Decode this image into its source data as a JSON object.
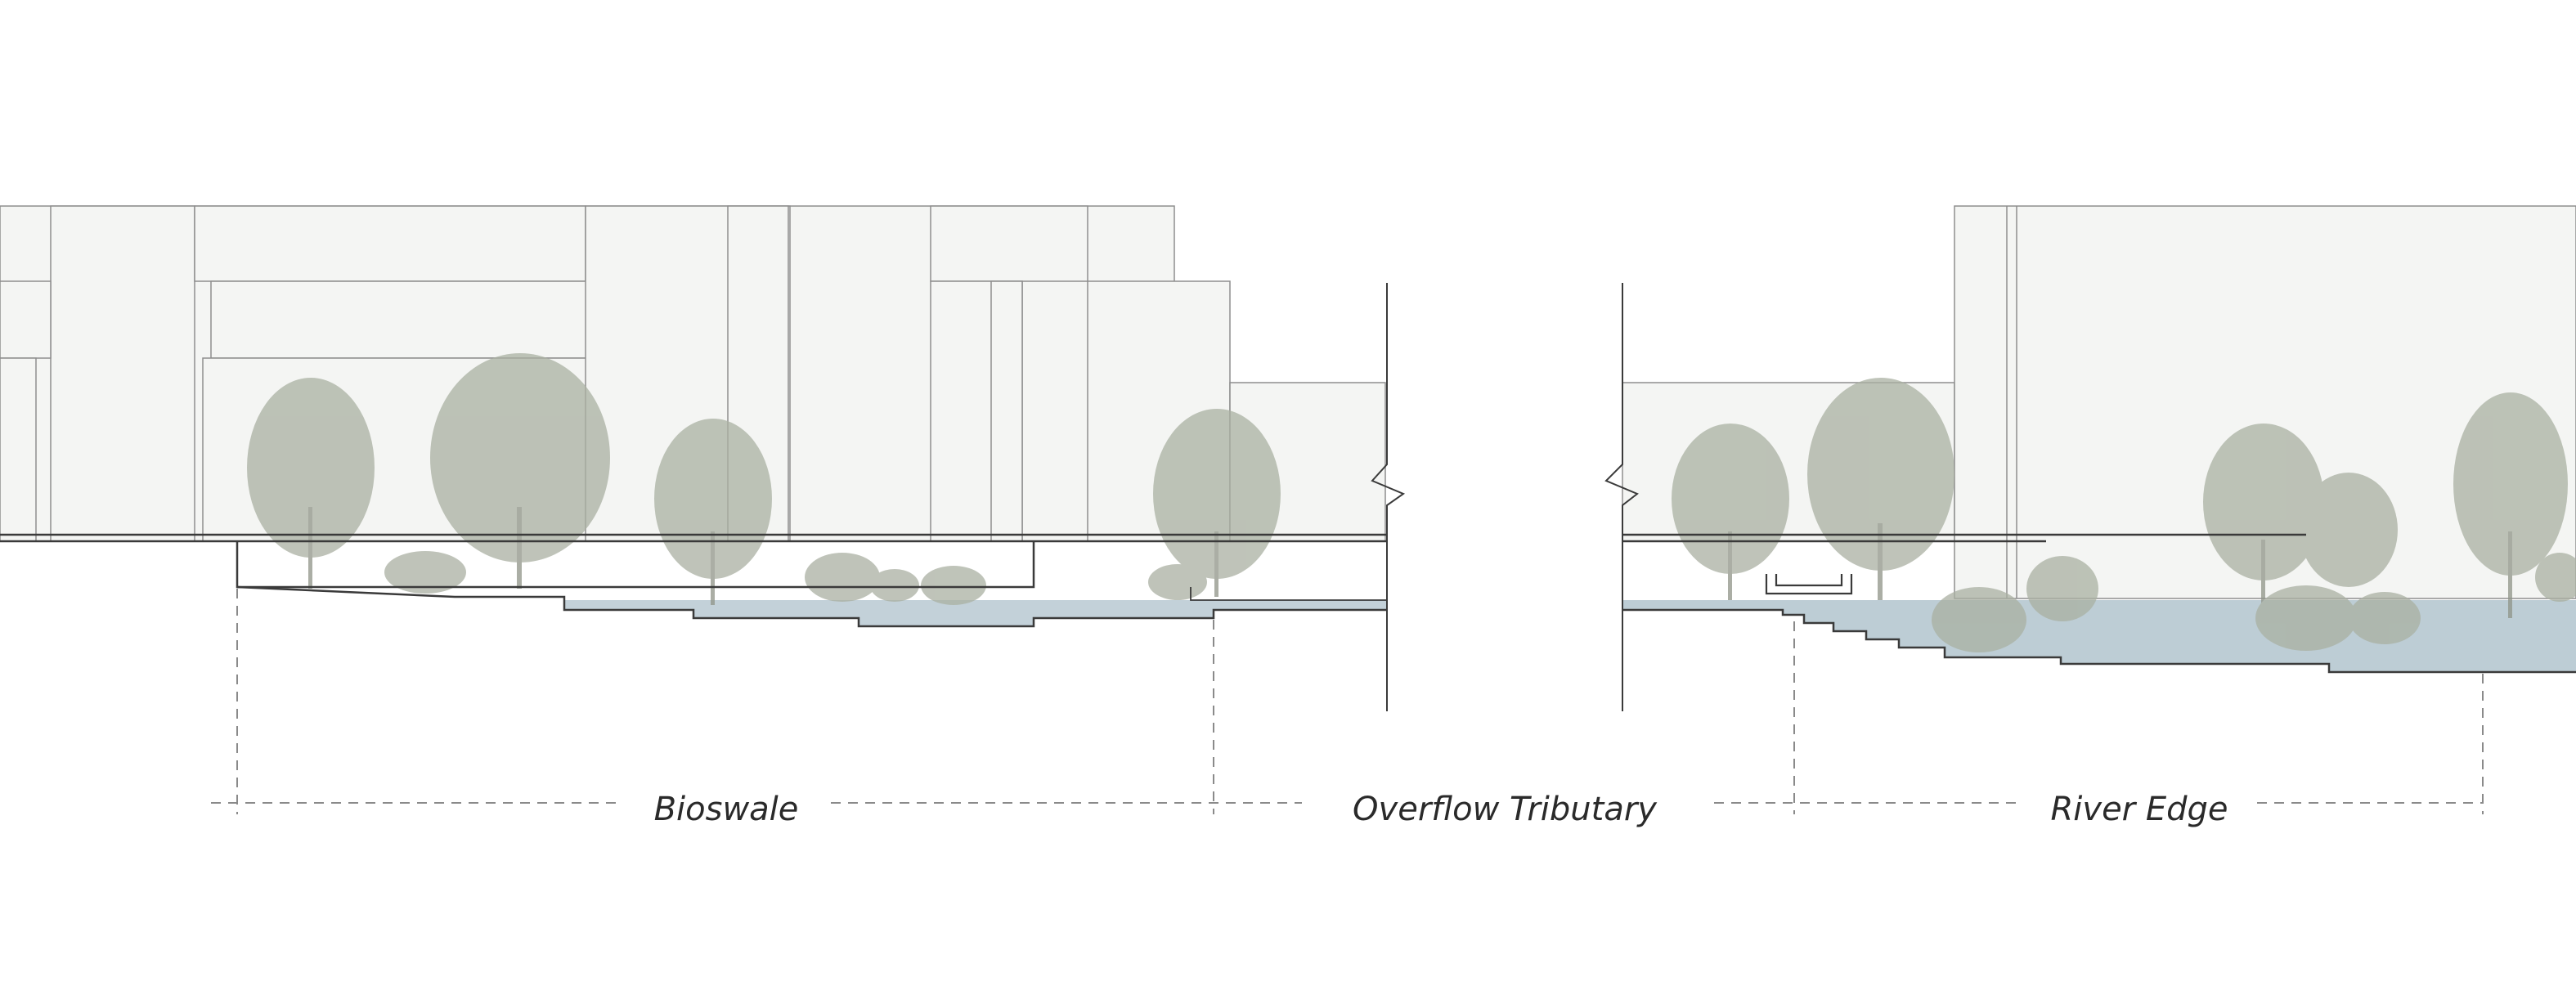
{
  "zones": {
    "bioswale": {
      "label": "Bioswale"
    },
    "overflow": {
      "label": "Overflow Tributary"
    },
    "river": {
      "label": "River Edge"
    }
  },
  "colors": {
    "line": "#4a4a4a",
    "building_fill": "#f3f4f2",
    "building_stroke": "#8c8c8c",
    "tree": "#a9ada0",
    "water": "#b5c8d1",
    "dash": "#8a8a8a"
  }
}
